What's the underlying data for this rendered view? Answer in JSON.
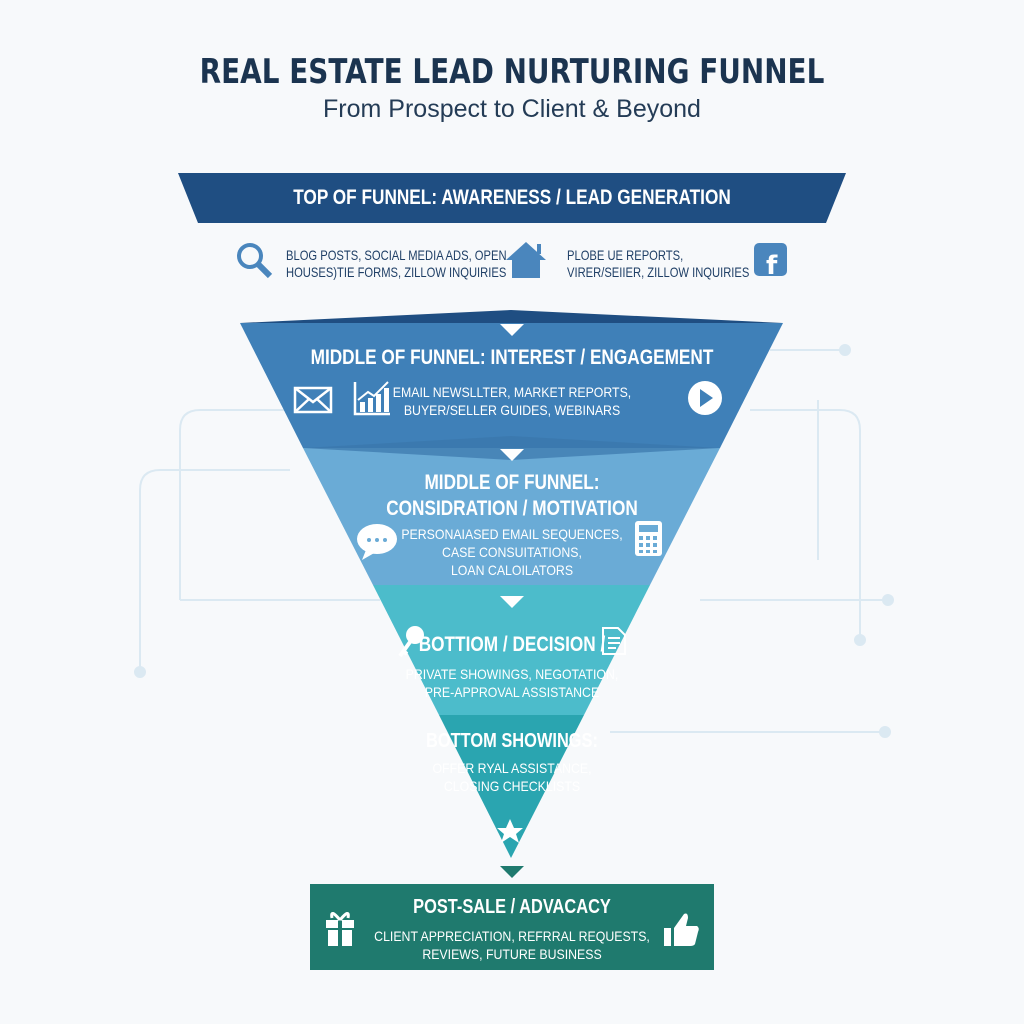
{
  "header": {
    "title": "REAL ESTATE LEAD NURTURING FUNNEL",
    "subtitle": "From Prospect to Client & Beyond"
  },
  "stages": {
    "top": {
      "title": "TOP OF FUNNEL: AWARENESS / LEAD GENERATION",
      "text_left": [
        "BLOG POSTS, SOCIAL MEDIA ADS, OPEN",
        "HOUSES)TIE FORMS, ZILLOW INQUIRIES"
      ],
      "text_right": [
        "PLOBE UE REPORTS,",
        "VIRER/SEIIER, ZILLOW INQUIRIES"
      ],
      "color": "#1f4e82"
    },
    "interest": {
      "title": "MIDDLE OF FUNNEL: INTEREST / ENGAGEMENT",
      "text": [
        "EMAIL NEWSLLTER, MARKET REPORTS,",
        "BUYER/SELLER GUIDES, WEBINARS"
      ],
      "color": "#3f80b8"
    },
    "consideration": {
      "title": [
        "MIDDLE OF FUNNEL:",
        "CONSIDRATION / MOTIVATION"
      ],
      "text": [
        "PERSONAIASED EMAIL SEQUENCES,",
        "CASE CONSUITATIONS,",
        "LOAN CALOILATORS"
      ],
      "color": "#6aabd6"
    },
    "decision": {
      "title": "BOTTIOM / DECISION /",
      "text": [
        "PRIVATE SHOWINGS, NEGOTATION,",
        "PRE-APPROVAL ASSISTANCE"
      ],
      "color": "#4cbccb"
    },
    "showings": {
      "title": "BOTTOM SHOWINGS:",
      "text": [
        "OFFER RYAL ASSISTANCE,",
        "CLOSING CHECKLISTS"
      ],
      "color": "#2aa5b0"
    },
    "post_sale": {
      "title": "POST-SALE / ADVACACY",
      "text": [
        "CLIENT APPRECIATION, REFRRAL REQUESTS,",
        "REVIEWS, FUTURE BUSINESS"
      ],
      "color": "#1f7a6e"
    }
  }
}
